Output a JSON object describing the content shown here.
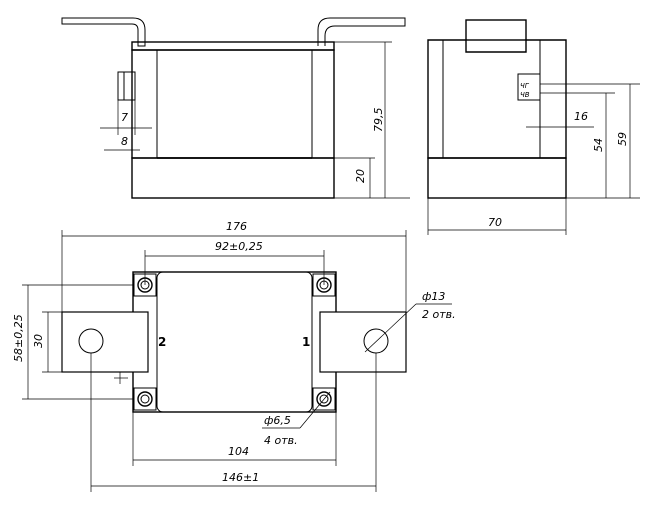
{
  "dimensions": {
    "d7": "7",
    "d8": "8",
    "d79_5": "79,5",
    "d20": "20",
    "d16": "16",
    "d54": "54",
    "d59": "59",
    "d70": "70",
    "d176": "176",
    "d92": "92±0,25",
    "d58": "58±0,25",
    "d30": "30",
    "d104": "104",
    "d146": "146±1",
    "dia13": "ф13",
    "dia13_count": "2 отв.",
    "dia6_5": "ф6,5",
    "dia6_5_count": "4 отв."
  },
  "terminals": {
    "t1": "1",
    "t2": "2"
  },
  "connector_marks": {
    "top": "ЧГ",
    "bottom": "ЧВ"
  }
}
